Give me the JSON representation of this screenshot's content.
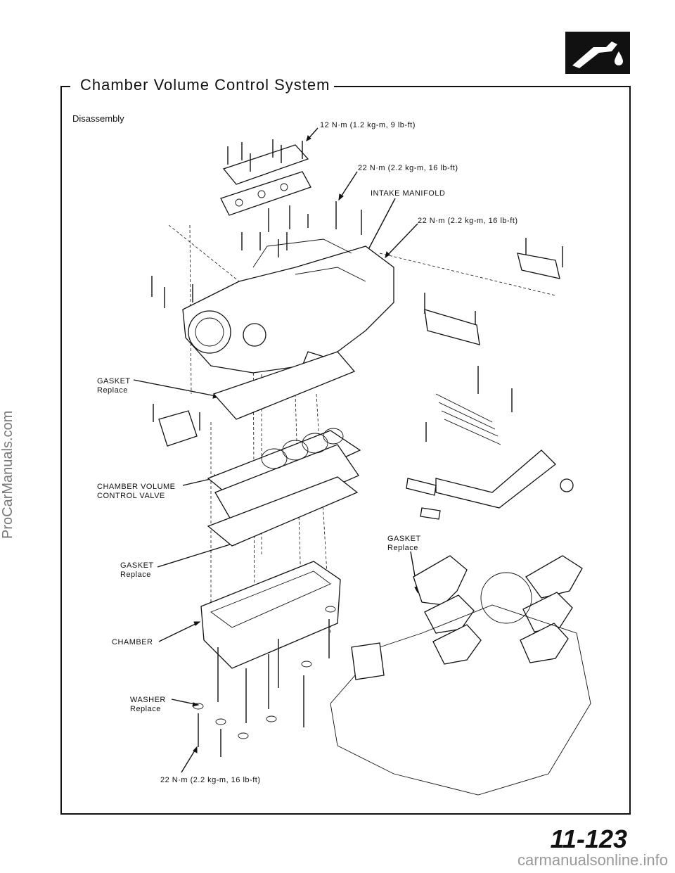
{
  "header": {
    "section_title": "Chamber Volume Control System"
  },
  "procedure": {
    "title": "Disassembly"
  },
  "labels": {
    "torque_12": "12 N·m (1.2 kg-m, 9 lb-ft)",
    "torque_22_a": "22 N·m (2.2 kg-m, 16 lb-ft)",
    "intake_manifold": "INTAKE MANIFOLD",
    "torque_22_b": "22 N·m (2.2 kg-m, 16 lb-ft)",
    "gasket_1": {
      "name": "GASKET",
      "note": "Replace"
    },
    "chamber_valve": {
      "line1": "CHAMBER VOLUME",
      "line2": "CONTROL VALVE"
    },
    "gasket_2": {
      "name": "GASKET",
      "note": "Replace"
    },
    "gasket_3": {
      "name": "GASKET",
      "note": "Replace"
    },
    "chamber": "CHAMBER",
    "washer": {
      "name": "WASHER",
      "note": "Replace"
    },
    "torque_22_c": "22 N·m (2.2 kg-m, 16 lb-ft)"
  },
  "page": {
    "number": "11-123"
  },
  "watermarks": {
    "side": "ProCarManuals.com",
    "footer": "carmanualsonline.info"
  },
  "icons": {
    "tab": "fuel-nozzle-icon"
  }
}
